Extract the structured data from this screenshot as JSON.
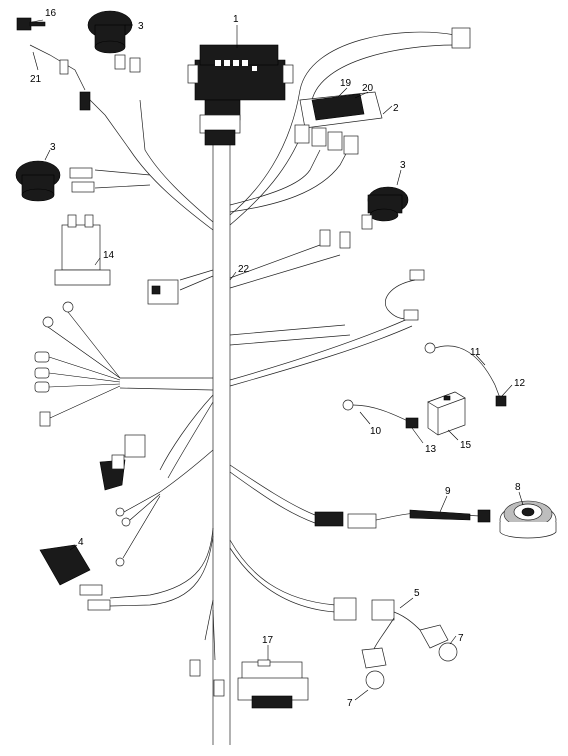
{
  "callouts": {
    "c1": "1",
    "c2": "2",
    "c3a": "3",
    "c3b": "3",
    "c3c": "3",
    "c4": "4",
    "c5": "5",
    "c7a": "7",
    "c7b": "7",
    "c8": "8",
    "c9": "9",
    "c10": "10",
    "c11": "11",
    "c12": "12",
    "c13": "13",
    "c14": "14",
    "c15": "15",
    "c16": "16",
    "c17": "17",
    "c19": "19",
    "c20": "20",
    "c21": "21",
    "c22": "22"
  },
  "colors": {
    "line": "#222222",
    "part_dark": "#1a1a1a",
    "background": "#ffffff"
  }
}
